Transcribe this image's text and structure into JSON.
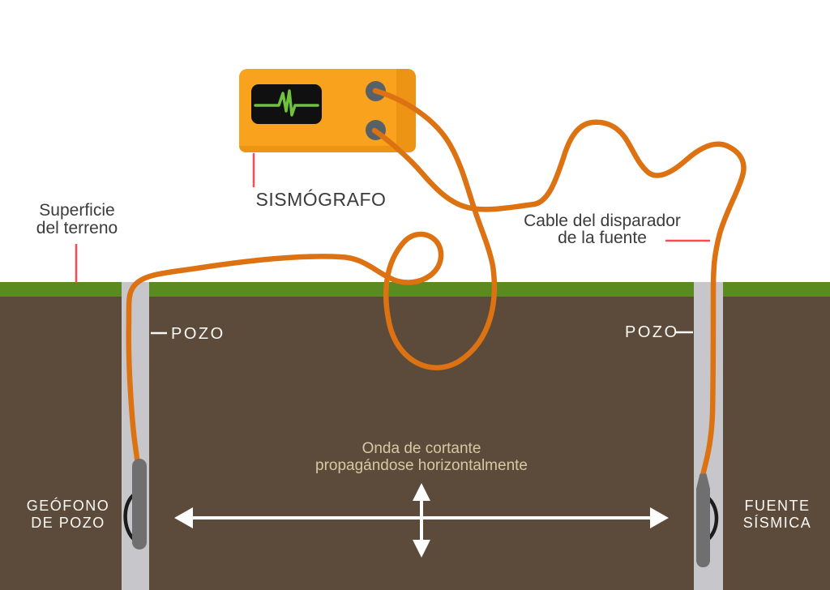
{
  "labels": {
    "seismograph": "SISMÓGRAFO",
    "surface_line1": "Superficie",
    "surface_line2": "del terreno",
    "trigger_cable_line1": "Cable del disparador",
    "trigger_cable_line2": "de la fuente",
    "borehole_left": "POZO",
    "borehole_right": "POZO",
    "wave_line1": "Onda de cortante",
    "wave_line2": "propagándose horizontalmente",
    "geophone_line1": "GEÓFONO",
    "geophone_line2": "DE POZO",
    "source_line1": "FUENTE",
    "source_line2": "SÍSMICA"
  },
  "colors": {
    "cable_orange": "#DC7212",
    "seismograph_body": "#F9A21E",
    "seismograph_shade": "#EE9414",
    "screen_black": "#101010",
    "trace_green": "#6FC13E",
    "port_gray": "#586167",
    "ground_brown": "#5C4B3B",
    "grass_green": "#5B8A20",
    "borehole_gray": "#C7C7CB",
    "device_gray": "#6F6F6F",
    "clamp_black": "#1C1C1C",
    "leader_red": "#FB4A52",
    "text_dark": "#3B3B3B",
    "text_tan": "#D6C8A2",
    "text_white": "#FBF9F6"
  }
}
